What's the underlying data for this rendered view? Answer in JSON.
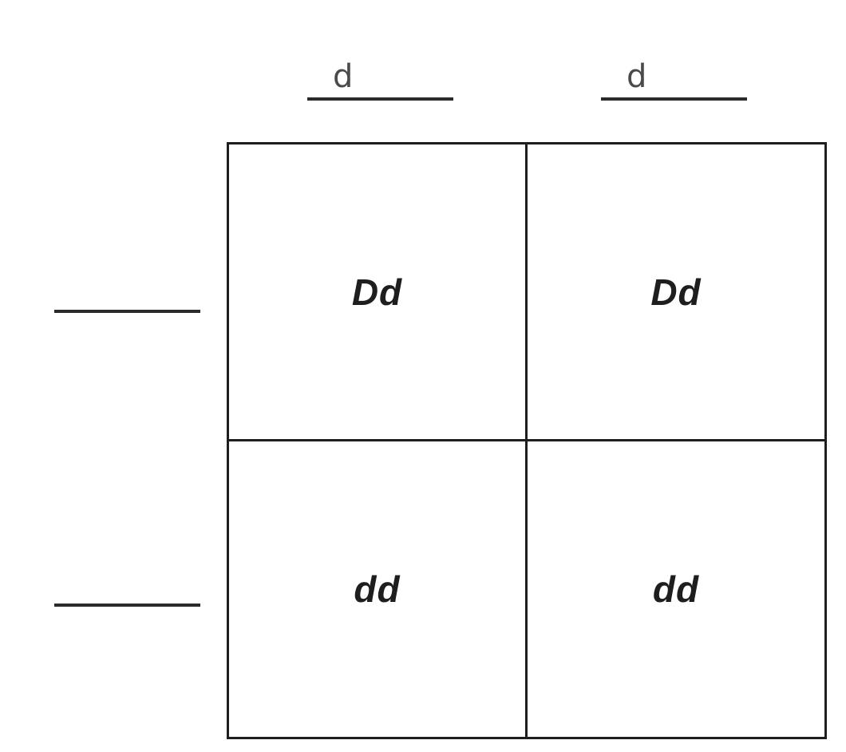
{
  "square": {
    "columns": [
      {
        "allele": "d"
      },
      {
        "allele": "d"
      }
    ],
    "rows": [
      {
        "allele": ""
      },
      {
        "allele": ""
      }
    ],
    "cells": [
      [
        "Dd",
        "Dd"
      ],
      [
        "dd",
        "dd"
      ]
    ]
  }
}
